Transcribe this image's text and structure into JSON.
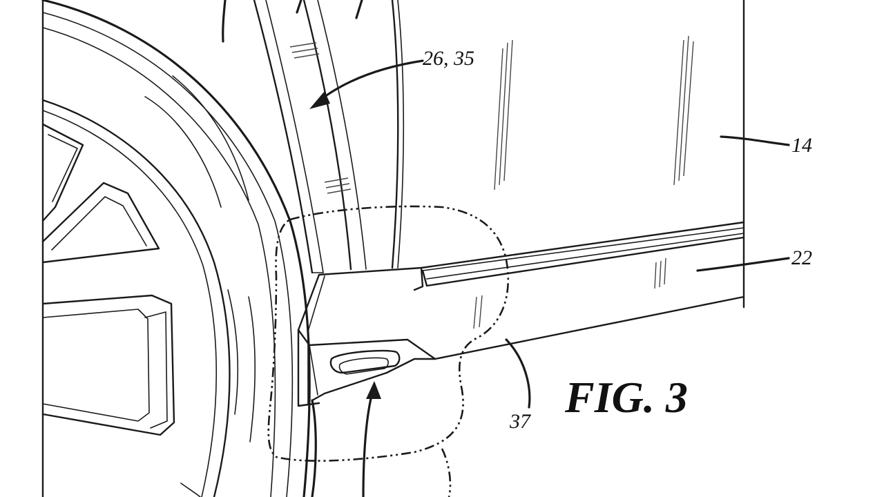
{
  "figure": {
    "title": "FIG. 3",
    "labels": {
      "ref_26_35": "26, 35",
      "ref_14": "14",
      "ref_22": "22",
      "ref_37": "37"
    }
  }
}
